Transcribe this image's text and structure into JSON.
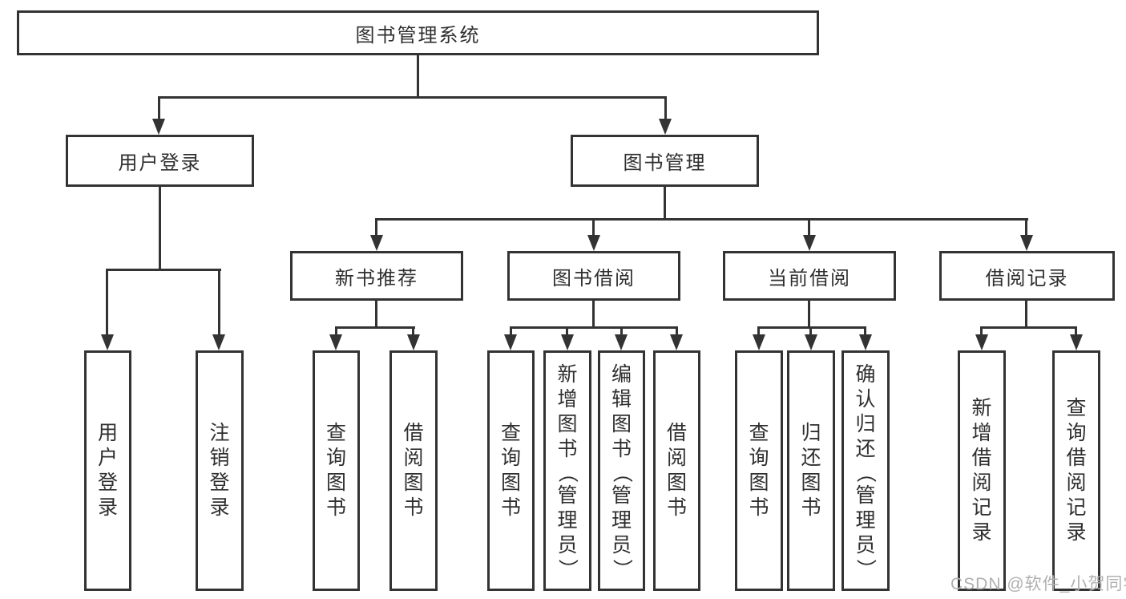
{
  "tree": {
    "root": {
      "label": "图书管理系统"
    },
    "branches": [
      {
        "label": "用户登录",
        "children": [
          {
            "label": "用户登录"
          },
          {
            "label": "注销登录"
          }
        ]
      },
      {
        "label": "图书管理",
        "children": [
          {
            "label": "新书推荐",
            "children": [
              {
                "label": "查询图书"
              },
              {
                "label": "借阅图书"
              }
            ]
          },
          {
            "label": "图书借阅",
            "children": [
              {
                "label": "查询图书"
              },
              {
                "label": "新增图书（管理员）"
              },
              {
                "label": "编辑图书（管理员）"
              },
              {
                "label": "借阅图书"
              }
            ]
          },
          {
            "label": "当前借阅",
            "children": [
              {
                "label": "查询图书"
              },
              {
                "label": "归还图书"
              },
              {
                "label": "确认归还（管理员）"
              }
            ]
          },
          {
            "label": "借阅记录",
            "children": [
              {
                "label": "新增借阅记录"
              },
              {
                "label": "查询借阅记录"
              }
            ]
          }
        ]
      }
    ]
  },
  "watermark": {
    "text": "CSDN @软件_小贺同学"
  },
  "colors": {
    "line": "#333333",
    "box_border": "#333333",
    "background": "#ffffff",
    "watermark": "#b0b0b0"
  }
}
